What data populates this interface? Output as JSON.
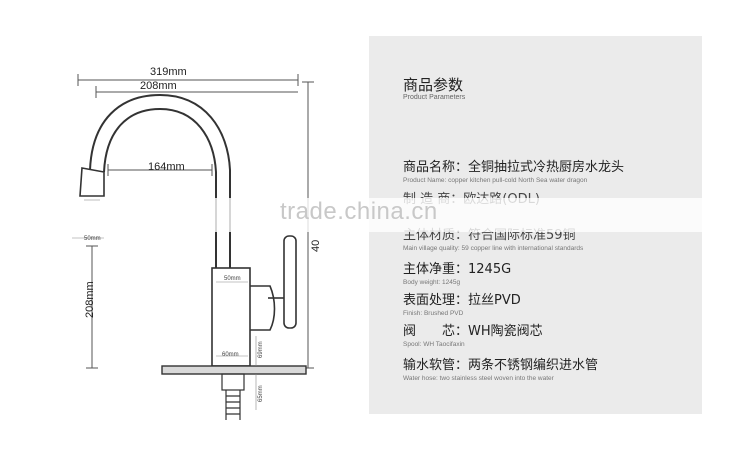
{
  "drawing": {
    "dims": {
      "w319": "319mm",
      "w208": "208mm",
      "w164": "164mm",
      "h208": "208mm",
      "h40x": "40",
      "d50a": "50mm",
      "d50b": "50mm",
      "d60": "60mm",
      "d69": "69mm",
      "d65": "65mm"
    }
  },
  "panel": {
    "title": "商品参数",
    "subtitle": "Product Parameters",
    "rows": [
      {
        "main": "商品名称：全铜抽拉式冷热厨房水龙头",
        "en": "Product Name: copper kitchen pull-cold North Sea water dragon"
      },
      {
        "main": "制 造 商：欧达路(ODL)",
        "en": ""
      },
      {
        "main": "主体材质：符合国际标准59铜",
        "en": "Main village quality: 59 copper line with international standards"
      },
      {
        "main": "主体净重：1245G",
        "en": "Body weight: 1245g"
      },
      {
        "main": "表面处理：拉丝PVD",
        "en": "Finish: Brushed PVD"
      },
      {
        "main": "阀　　芯：WH陶瓷阀芯",
        "en": "Spool: WH Taocifaxin"
      },
      {
        "main": "输水软管：两条不锈钢编织进水管",
        "en": "Water hose: two stainless steel woven into the water"
      }
    ]
  },
  "watermark": "trade.china.cn"
}
